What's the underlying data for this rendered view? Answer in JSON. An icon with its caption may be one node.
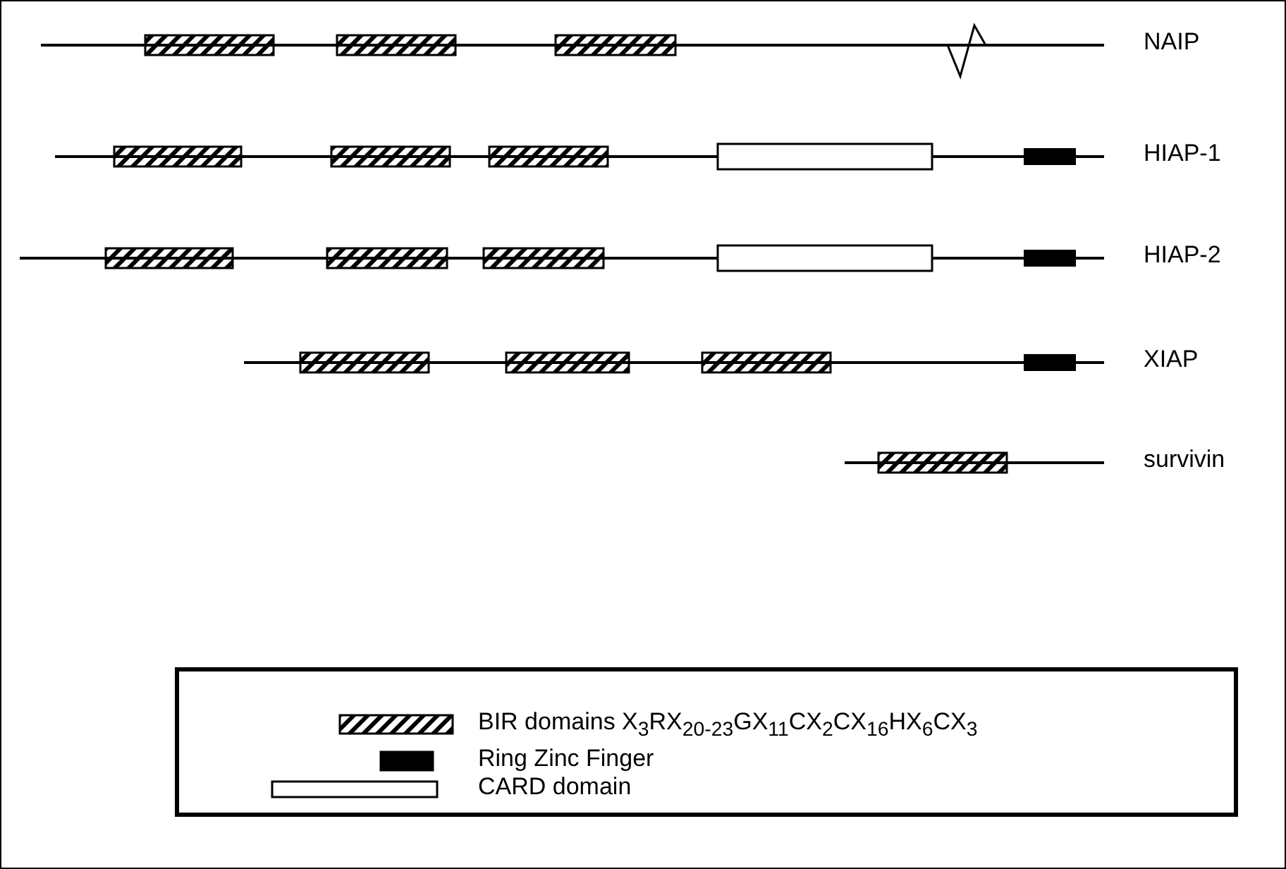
{
  "diagram": {
    "labels": [
      "NAIP",
      "HIAP-1",
      "HIAP-2",
      "XIAP",
      "survivin"
    ],
    "legend": [
      {
        "text": "BIR domains X$_{3}$RX$_{20-23}$GX$_{11}$CX$_{2}$CX$_{16}$HX$_{6}$CX$_{3}$"
      },
      {
        "text": "Ring Zinc Finger",
        "color": "#000000"
      },
      {
        "text": "CARD domain",
        "color": "#ffffff"
      }
    ]
  }
}
